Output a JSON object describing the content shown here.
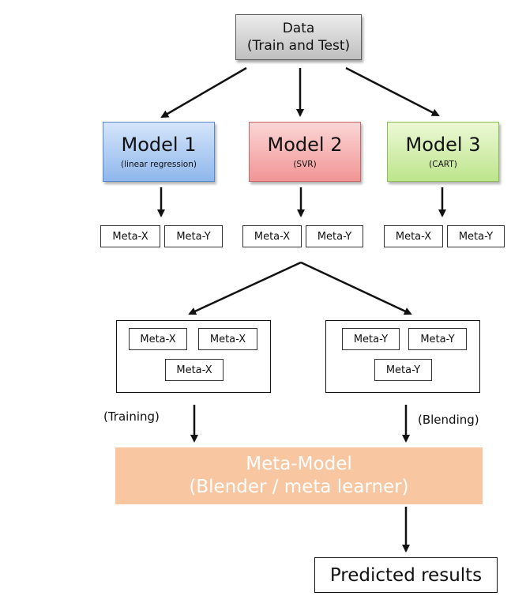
{
  "data_box": {
    "line1": "Data",
    "line2": "(Train and Test)"
  },
  "models": [
    {
      "title": "Model 1",
      "subtitle": "(linear regression)"
    },
    {
      "title": "Model 2",
      "subtitle": "(SVR)"
    },
    {
      "title": "Model 3",
      "subtitle": "(CART)"
    }
  ],
  "meta": {
    "x": "Meta-X",
    "y": "Meta-Y"
  },
  "labels": {
    "training": "(Training)",
    "blending": "(Blending)"
  },
  "meta_model": {
    "line1": "Meta-Model",
    "line2": "(Blender / meta learner)"
  },
  "result": "Predicted results",
  "colors": {
    "model1": "#a9c9f2",
    "model2": "#f5b3b3",
    "model3": "#d3efa9",
    "meta_model": "#f8c6a0"
  }
}
